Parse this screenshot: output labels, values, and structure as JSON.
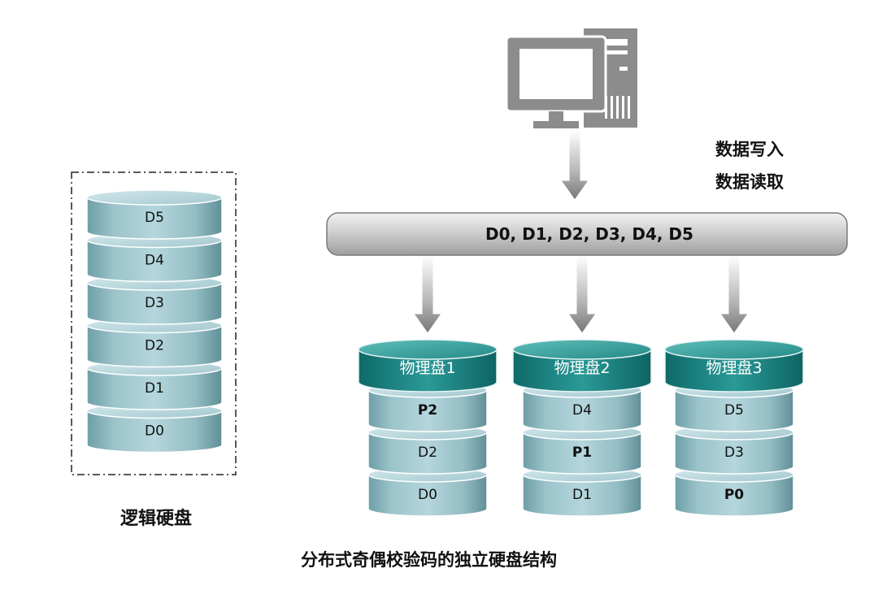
{
  "bus_label": "D0, D1, D2, D3, D4, D5",
  "data_write_label": "数据写入",
  "data_read_label": "数据读取",
  "logical_disk": {
    "label": "逻辑硬盘",
    "blocks": [
      "D5",
      "D4",
      "D3",
      "D2",
      "D1",
      "D0"
    ]
  },
  "physical_disks": [
    {
      "label": "物理盘1",
      "blocks": [
        {
          "text": "P2",
          "parity": true
        },
        {
          "text": "D2",
          "parity": false
        },
        {
          "text": "D0",
          "parity": false
        }
      ]
    },
    {
      "label": "物理盘2",
      "blocks": [
        {
          "text": "D4",
          "parity": false
        },
        {
          "text": "P1",
          "parity": true
        },
        {
          "text": "D1",
          "parity": false
        }
      ]
    },
    {
      "label": "物理盘3",
      "blocks": [
        {
          "text": "D5",
          "parity": false
        },
        {
          "text": "D3",
          "parity": false
        },
        {
          "text": "P0",
          "parity": true
        }
      ]
    }
  ],
  "caption": "分布式奇偶校验码的独立硬盘结构",
  "colors": {
    "disk_teal": "#8fbcc4",
    "disk_header": "#1c8583",
    "computer_gray": "#8c8c8c",
    "bus_gray": "#c4c4c4"
  }
}
